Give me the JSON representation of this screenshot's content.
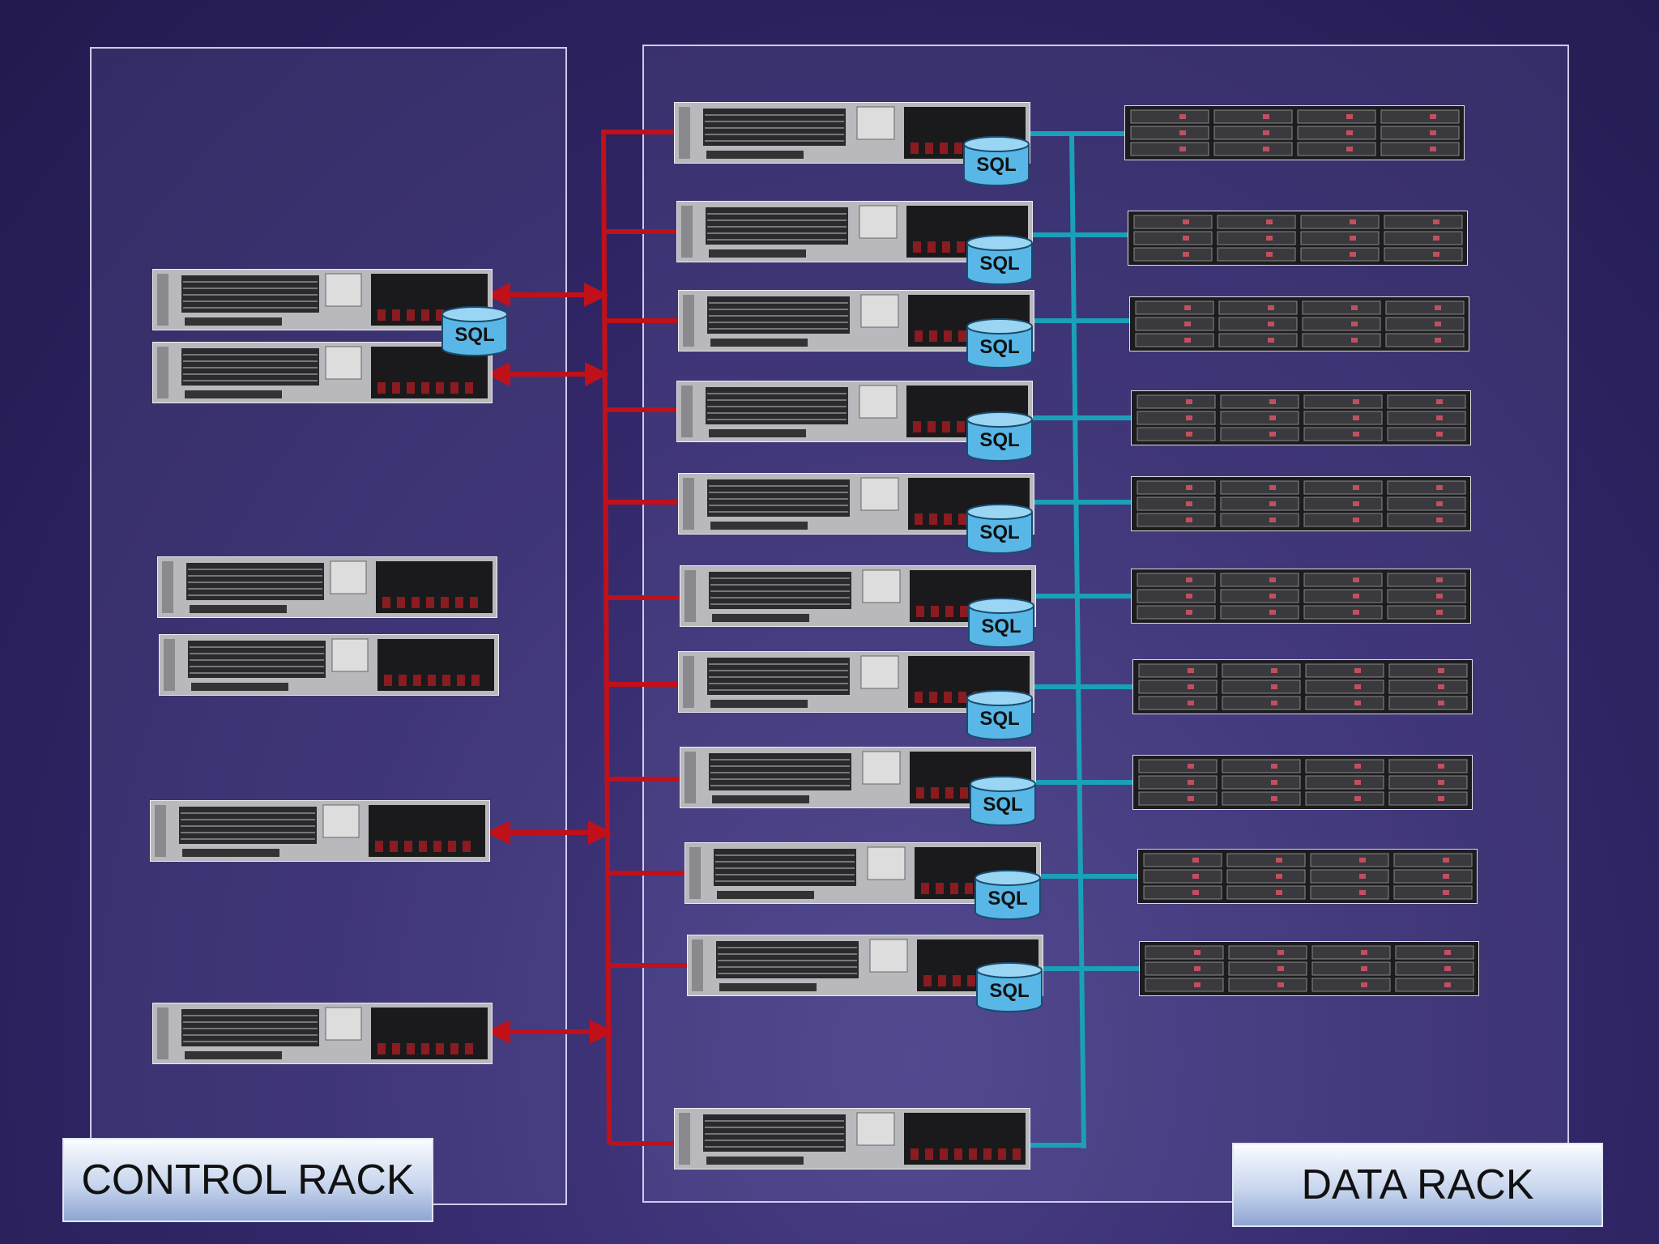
{
  "labels": {
    "control_rack": "CONTROL RACK",
    "data_rack": "DATA RACK",
    "sql": "SQL"
  },
  "colors": {
    "control_link": "#c0101a",
    "data_link": "#1aa0b8",
    "rack_border": "#e6e6ff"
  },
  "control_rack": {
    "servers": [
      {
        "sql": true
      },
      {
        "sql": false
      },
      {
        "sql": false
      },
      {
        "sql": false
      },
      {
        "sql": false
      },
      {
        "sql": false
      }
    ]
  },
  "data_rack": {
    "compute_nodes": [
      {
        "sql": true
      },
      {
        "sql": true
      },
      {
        "sql": true
      },
      {
        "sql": true
      },
      {
        "sql": true
      },
      {
        "sql": true
      },
      {
        "sql": true
      },
      {
        "sql": true
      },
      {
        "sql": true
      },
      {
        "sql": true
      },
      {
        "sql": false
      }
    ],
    "storage_units": 10
  }
}
